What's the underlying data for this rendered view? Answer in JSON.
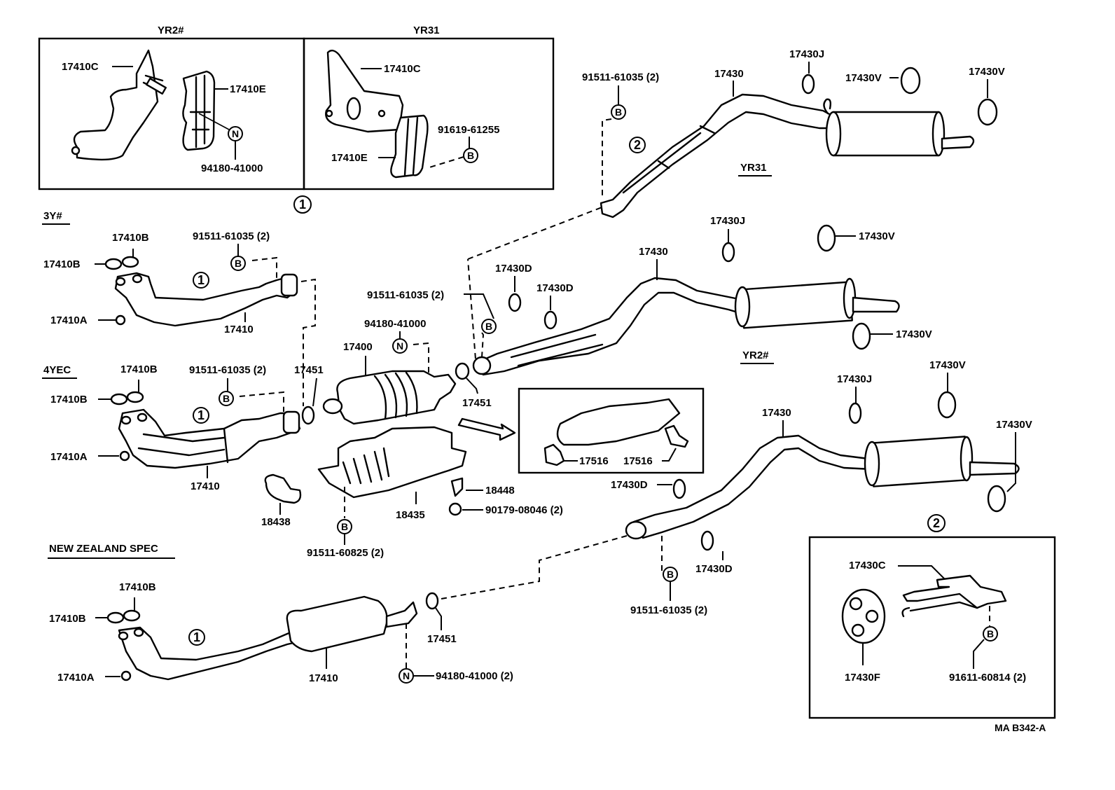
{
  "diagram": {
    "title": "Exhaust Pipe / Muffler Parts Diagram",
    "reference_code": "MA B342-A",
    "variants": {
      "yr2_bracket_box": "YR2#",
      "yr31_bracket_box": "YR31",
      "engine_3y": "3Y#",
      "engine_4yec": "4YEC",
      "nz_spec": "NEW ZEALAND SPEC",
      "tail_yr31": "YR31",
      "tail_yr2": "YR2#"
    },
    "callouts": {
      "one": "1",
      "two": "2",
      "bolt": "B",
      "nut": "N"
    },
    "labels": {
      "yr2_17410c": "17410C",
      "yr2_17410e": "17410E",
      "yr2_nut": "94180-41000",
      "yr31_17410c": "17410C",
      "yr31_bolt": "91619-61255",
      "yr31_17410e": "17410E",
      "p3y_gasket_b1": "17410B",
      "p3y_gasket_b2": "17410B",
      "p3y_bolt": "91511-61035 (2)",
      "p3y_nut_a": "17410A",
      "p3y_pipe": "17410",
      "p4y_gasket_b1": "17410B",
      "p4y_gasket_b2": "17410B",
      "p4y_bolt": "91511-61035 (2)",
      "p4y_gasket_17451": "17451",
      "p4y_nut_a": "17410A",
      "p4y_pipe": "17410",
      "heat_insulator_18438": "18438",
      "conv_17400": "17400",
      "conv_nut": "94180-41000",
      "center_bolt": "91511-61035 (2)",
      "center_gasket_17451": "17451",
      "insulator_18435": "18435",
      "bolt_18448": "18448",
      "nut_90179": "90179-08046 (2)",
      "insulator_bolt": "91511-60825 (2)",
      "bracket_17516_a": "17516",
      "bracket_17516_b": "17516",
      "yr31_top_bolt": "91511-61035 (2)",
      "yr31_top_pipe": "17430",
      "yr31_top_17430j": "17430J",
      "yr31_top_17430v_a": "17430V",
      "yr31_top_17430v_b": "17430V",
      "mid_17430d_a": "17430D",
      "mid_17430d_b": "17430D",
      "mid_pipe": "17430",
      "mid_17430j": "17430J",
      "mid_17430v_a": "17430V",
      "mid_17430v_b": "17430V",
      "yr2_pipe": "17430",
      "yr2_17430j": "17430J",
      "yr2_17430v_a": "17430V",
      "yr2_17430v_b": "17430V",
      "yr2_17430d_a": "17430D",
      "yr2_17430d_b": "17430D",
      "yr2_bolt": "91511-61035 (2)",
      "nz_gasket_b1": "17410B",
      "nz_gasket_b2": "17410B",
      "nz_nut_a": "17410A",
      "nz_pipe": "17410",
      "nz_gasket_17451": "17451",
      "nz_nut": "94180-41000 (2)",
      "detail2_17430c": "17430C",
      "detail2_17430f": "17430F",
      "detail2_bolt": "91611-60814 (2)"
    }
  }
}
